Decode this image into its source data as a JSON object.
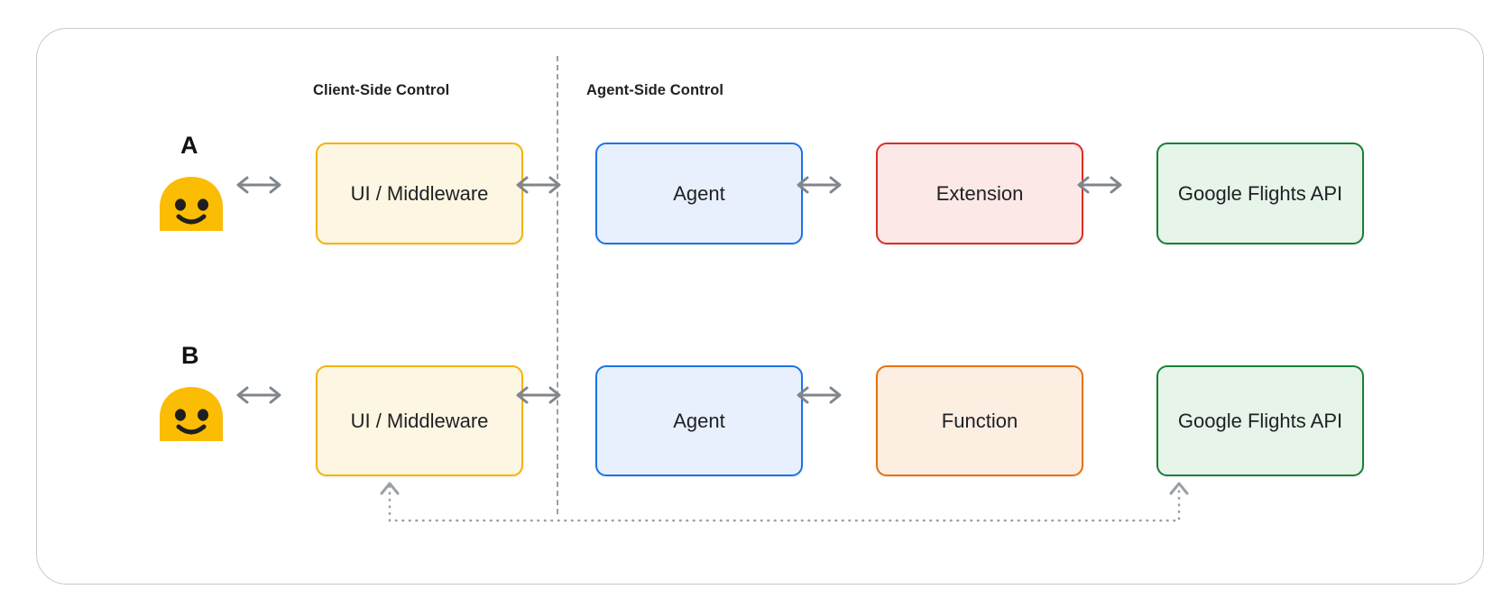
{
  "diagram": {
    "sections": {
      "client": "Client-Side Control",
      "agent": "Agent-Side Control"
    },
    "rows": [
      {
        "letter": "A",
        "actor_icon": "user-smiley-icon",
        "nodes": [
          {
            "label": "UI / Middleware",
            "color": "#f4b400",
            "fill": "#fdf6e3"
          },
          {
            "label": "Agent",
            "color": "#1a73e8",
            "fill": "#e8f0fe"
          },
          {
            "label": "Extension",
            "color": "#d93025",
            "fill": "#fce8e6"
          },
          {
            "label": "Google Flights API",
            "color": "#188038",
            "fill": "#e6f4ea"
          }
        ],
        "connectors": [
          "bidirectional",
          "bidirectional",
          "bidirectional",
          "bidirectional"
        ]
      },
      {
        "letter": "B",
        "actor_icon": "user-smiley-icon",
        "nodes": [
          {
            "label": "UI / Middleware",
            "color": "#f4b400",
            "fill": "#fdf6e3"
          },
          {
            "label": "Agent",
            "color": "#1a73e8",
            "fill": "#e8f0fe"
          },
          {
            "label": "Function",
            "color": "#e8710a",
            "fill": "#fdeee2"
          },
          {
            "label": "Google Flights API",
            "color": "#188038",
            "fill": "#e6f4ea"
          }
        ],
        "connectors": [
          "bidirectional",
          "bidirectional",
          "bidirectional",
          "none"
        ]
      }
    ],
    "callback_path": {
      "style": "dotted",
      "color": "#9aa0a6",
      "from_arrowhead": "up",
      "to_arrowhead": "up"
    },
    "colors": {
      "frame_border": "#c9c9c9",
      "divider": "#9aa0a6",
      "arrow": "#80868b",
      "avatar": "#fbbc04",
      "text": "#202124"
    }
  }
}
